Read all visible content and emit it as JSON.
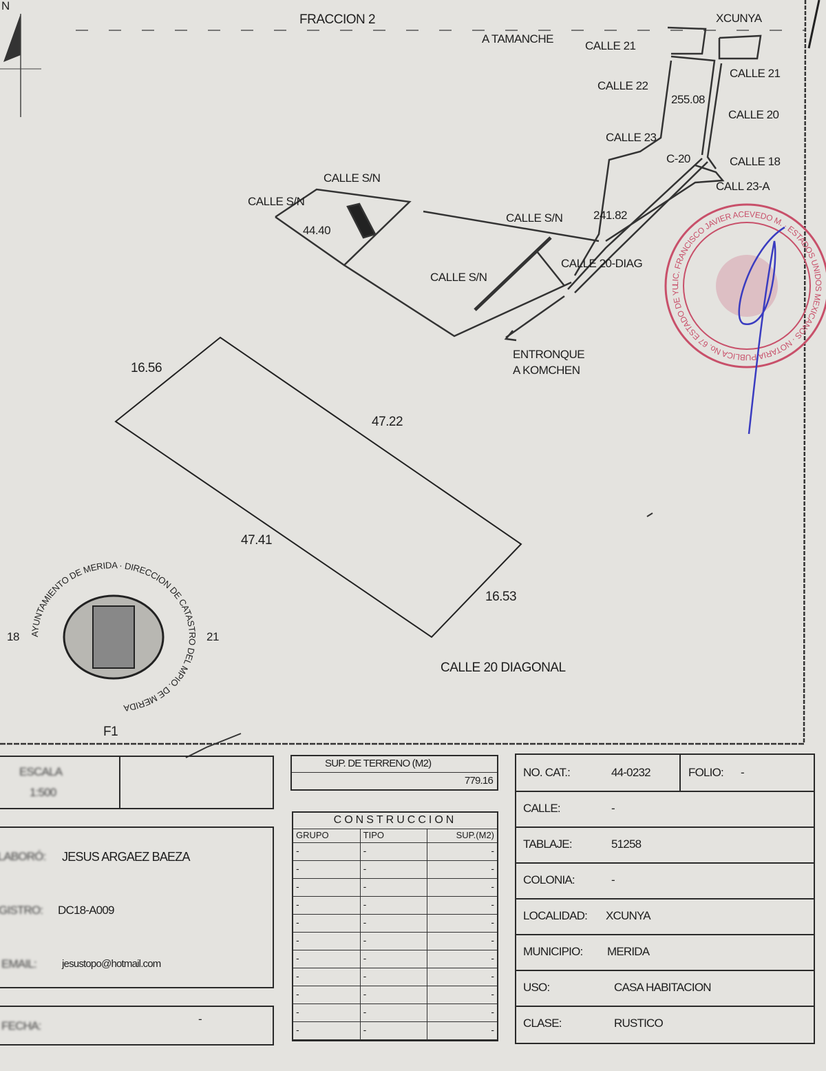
{
  "header": {
    "title": "FRACCION 2",
    "corner": "N"
  },
  "map": {
    "places": {
      "xcunya": "XCUNYA",
      "tamanche": "A TAMANCHE",
      "entronque_1": "ENTRONQUE",
      "entronque_2": "A KOMCHEN"
    },
    "streets": {
      "calle21_a": "CALLE 21",
      "calle21_b": "CALLE 21",
      "calle22": "CALLE 22",
      "calle20": "CALLE 20",
      "calle23": "CALLE 23",
      "calle20_short": "C-20",
      "calle18": "CALLE 18",
      "calle23a": "CALL 23-A",
      "calle_sn_1": "CALLE S/N",
      "calle_sn_2": "CALLE S/N",
      "calle_sn_3": "CALLE S/N",
      "calle_sn_4": "CALLE S/N",
      "calle20_diag": "CALLE 20-DIAG",
      "calle20_diagonal": "CALLE 20 DIAGONAL"
    },
    "distances": {
      "d255": "255.08",
      "d241": "241.82",
      "d44": "44.40"
    },
    "lot_sides": {
      "north_west": "16.56",
      "north_east": "47.22",
      "south_west": "47.41",
      "south_east": "16.53"
    }
  },
  "stamps": {
    "notary": "LIC. FRANCISCO JAVIER ACEVEDO M. · ESTADOS UNIDOS MEXICANOS · NOTARIA PUBLICA No. 67 ESTADO DE YUCATAN",
    "city_seal": "AYUNTAMIENTO DE MERIDA · DIRECCION DE CATASTRO DEL MPIO. DE MERIDA",
    "city_seal_code": "F1",
    "seal_num_left": "18",
    "seal_num_right": "21",
    "colors": {
      "notary": "#c8506a",
      "ink": "#3a3cc0"
    }
  },
  "footer": {
    "escala_label": "ESCALA",
    "escala_value": "1:500",
    "sup_terreno_label": "SUP. DE TERRENO (M2)",
    "sup_terreno_value": "779.16",
    "construccion": {
      "title": "CONSTRUCCION",
      "headers": [
        "GRUPO",
        "TIPO",
        "SUP.(M2)"
      ],
      "rows": [
        [
          "-",
          "-",
          "-"
        ],
        [
          "-",
          "-",
          "-"
        ],
        [
          "-",
          "-",
          "-"
        ],
        [
          "-",
          "-",
          "-"
        ],
        [
          "-",
          "-",
          "-"
        ],
        [
          "-",
          "-",
          "-"
        ],
        [
          "-",
          "-",
          "-"
        ],
        [
          "-",
          "-",
          "-"
        ],
        [
          "-",
          "-",
          "-"
        ],
        [
          "-",
          "-",
          "-"
        ],
        [
          "-",
          "-",
          "-"
        ]
      ]
    },
    "owner": {
      "elaboro_label": "ELABORÓ:",
      "elaboro_value": "JESUS ARGAEZ BAEZA",
      "registro_label": "REGISTRO:",
      "registro_value": "DC18-A009",
      "email_label": "EMAIL:",
      "email_value": "jesustopo@hotmail.com",
      "fecha_label": "FECHA:",
      "fecha_value": "-"
    },
    "info": {
      "no_cat_label": "NO. CAT.:",
      "no_cat_value": "44-0232",
      "folio_label": "FOLIO:",
      "folio_value": "-",
      "calle_label": "CALLE:",
      "calle_value": "-",
      "tablaje_label": "TABLAJE:",
      "tablaje_value": "51258",
      "colonia_label": "COLONIA:",
      "colonia_value": "-",
      "localidad_label": "LOCALIDAD:",
      "localidad_value": "XCUNYA",
      "municipio_label": "MUNICIPIO:",
      "municipio_value": "MERIDA",
      "uso_label": "USO:",
      "uso_value": "CASA HABITACION",
      "clase_label": "CLASE:",
      "clase_value": "RUSTICO"
    }
  }
}
